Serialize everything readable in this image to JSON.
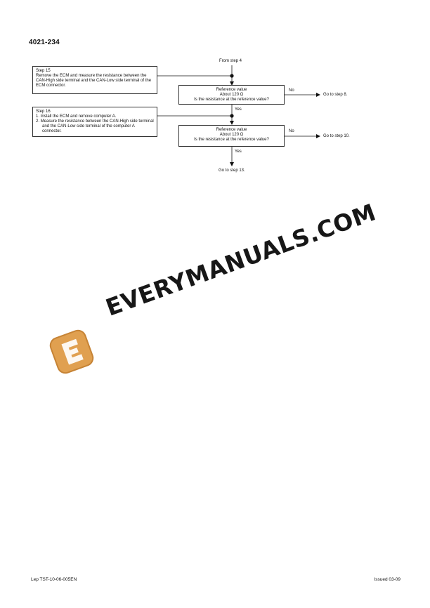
{
  "document": {
    "code": "4021-234",
    "footer_left": "Lep TST-10-06-005EN",
    "footer_right": "Issued 03-09"
  },
  "flow": {
    "from": "From step 4",
    "step15": {
      "title": "Step 15",
      "text": "Remove the ECM and measure the resistance between the CAN-High side terminal and the CAN-Low side terminal of the ECM connector."
    },
    "step16": {
      "title": "Step 16",
      "items": [
        "1.  Install the ECM and remove computer A.",
        "2.  Measure the resistance between the CAN-High side terminal and the CAN-Low side terminal of the computer A connector."
      ]
    },
    "decision1": {
      "line1": "Reference value",
      "line2": "About 120 Ω",
      "line3": "Is the resistance at the reference value?"
    },
    "decision2": {
      "line1": "Reference value",
      "line2": "About 120 Ω",
      "line3": "Is the resistance at the reference value?"
    },
    "no1": "No",
    "goto1": "Go to step 8.",
    "yes1": "Yes",
    "no2": "No",
    "goto2": "Go to step 10.",
    "yes2": "Yes",
    "end": "Go to step 13."
  },
  "watermark": {
    "text": "EVERYMANUALS.COM",
    "logo_letter": "E",
    "logo_color": "#E0A050"
  }
}
